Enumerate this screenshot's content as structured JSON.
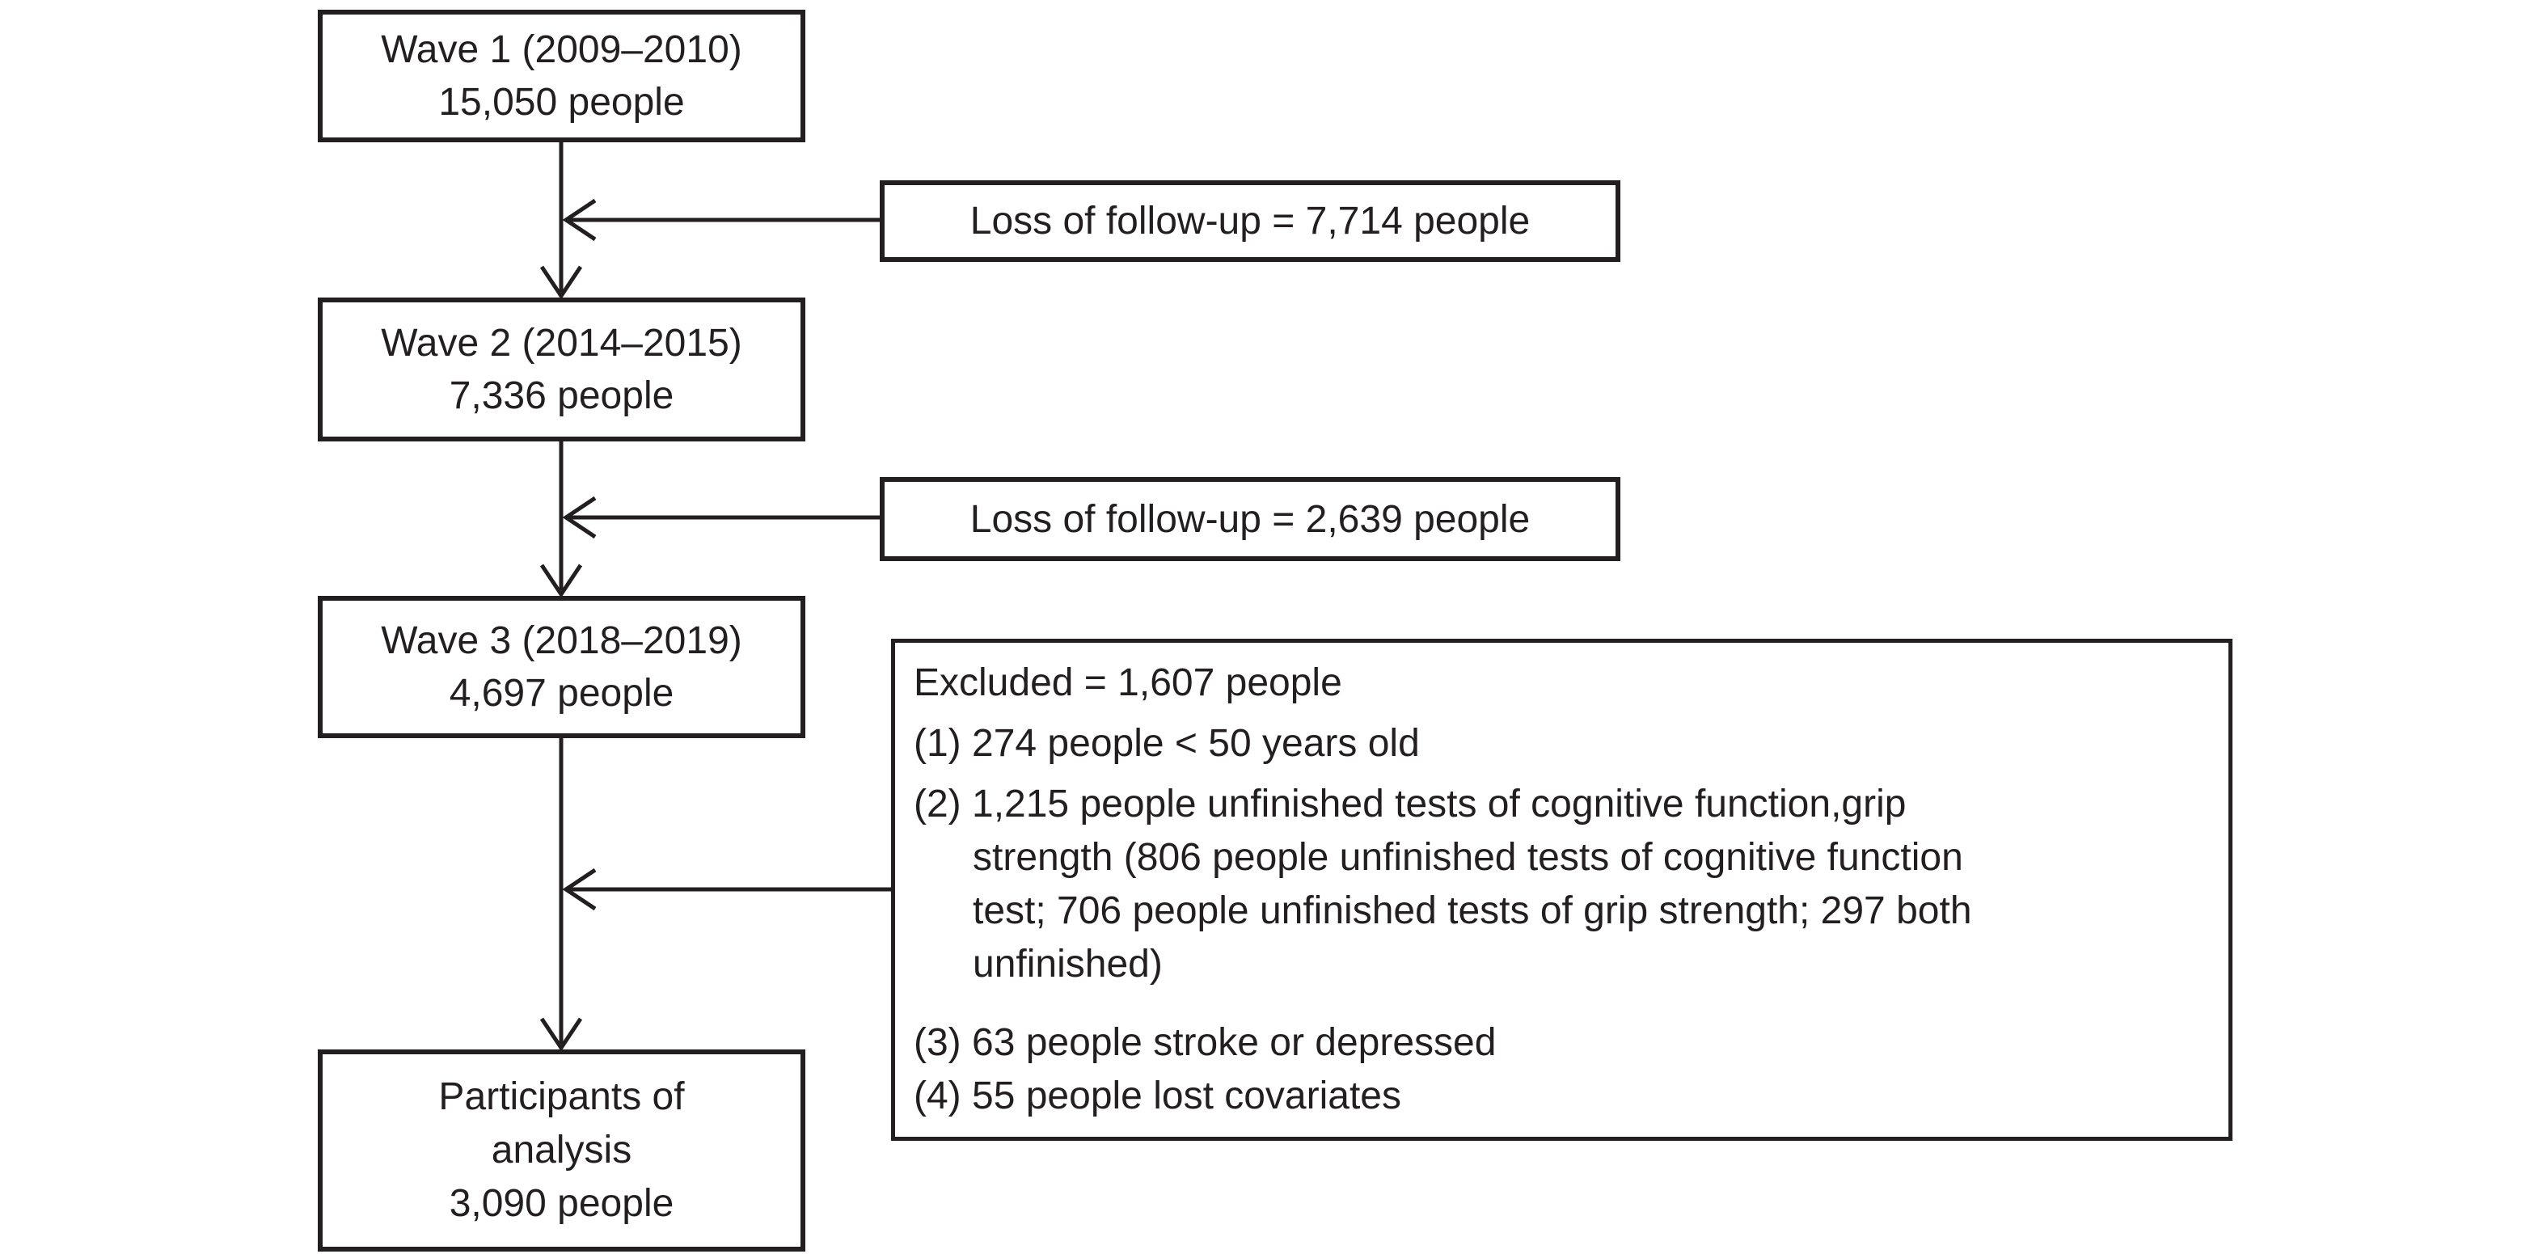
{
  "colors": {
    "ink": "#231f20",
    "background": "#ffffff"
  },
  "flowchart": {
    "wave1": {
      "line1": "Wave 1 (2009–2010)",
      "line2": "15,050 people"
    },
    "loss1": {
      "label": "Loss of follow-up = 7,714 people"
    },
    "wave2": {
      "line1": "Wave 2 (2014–2015)",
      "line2": "7,336 people"
    },
    "loss2": {
      "label": "Loss of follow-up = 2,639 people"
    },
    "wave3": {
      "line1": "Wave 3 (2018–2019)",
      "line2": "4,697 people"
    },
    "excluded": {
      "lines": [
        "Excluded = 1,607 people",
        "(1) 274 people < 50 years old",
        "(2) 1,215 people unfinished tests of cognitive function,grip",
        "strength (806 people unfinished tests of cognitive function",
        "test; 706 people unfinished tests of grip strength; 297 both",
        "unfinished)",
        "(3) 63 people stroke or depressed",
        "(4) 55 people lost covariates"
      ]
    },
    "final": {
      "line1": "Participants of",
      "line2": "analysis",
      "line3": "3,090 people"
    }
  }
}
